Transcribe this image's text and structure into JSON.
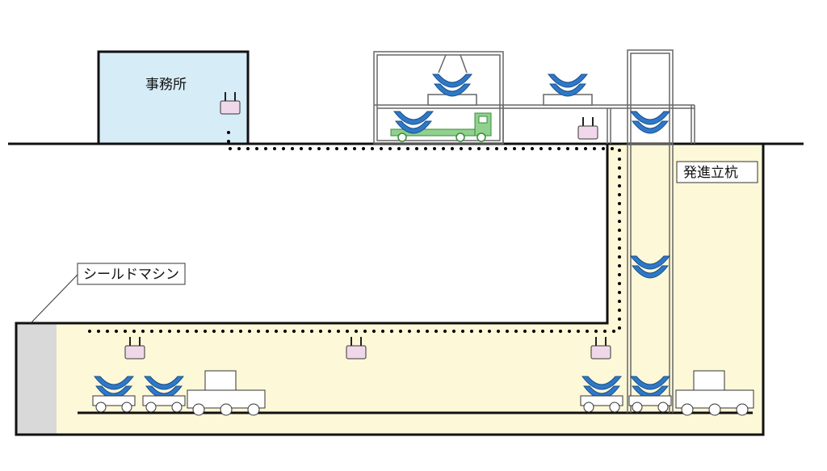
{
  "labels": {
    "office": "事務所",
    "shaft": "発進立杭",
    "shield_machine": "シールドマシン"
  },
  "colors": {
    "office_fill": "#d6ecf7",
    "tunnel_fill": "#fdf8d8",
    "shield_face": "#d9d9d9",
    "segment_blue": "#2e78c7",
    "router_fill": "#f0d8ea",
    "truck_green": "#8fd18d",
    "cable_dots": "#000000",
    "outline": "#111111"
  }
}
